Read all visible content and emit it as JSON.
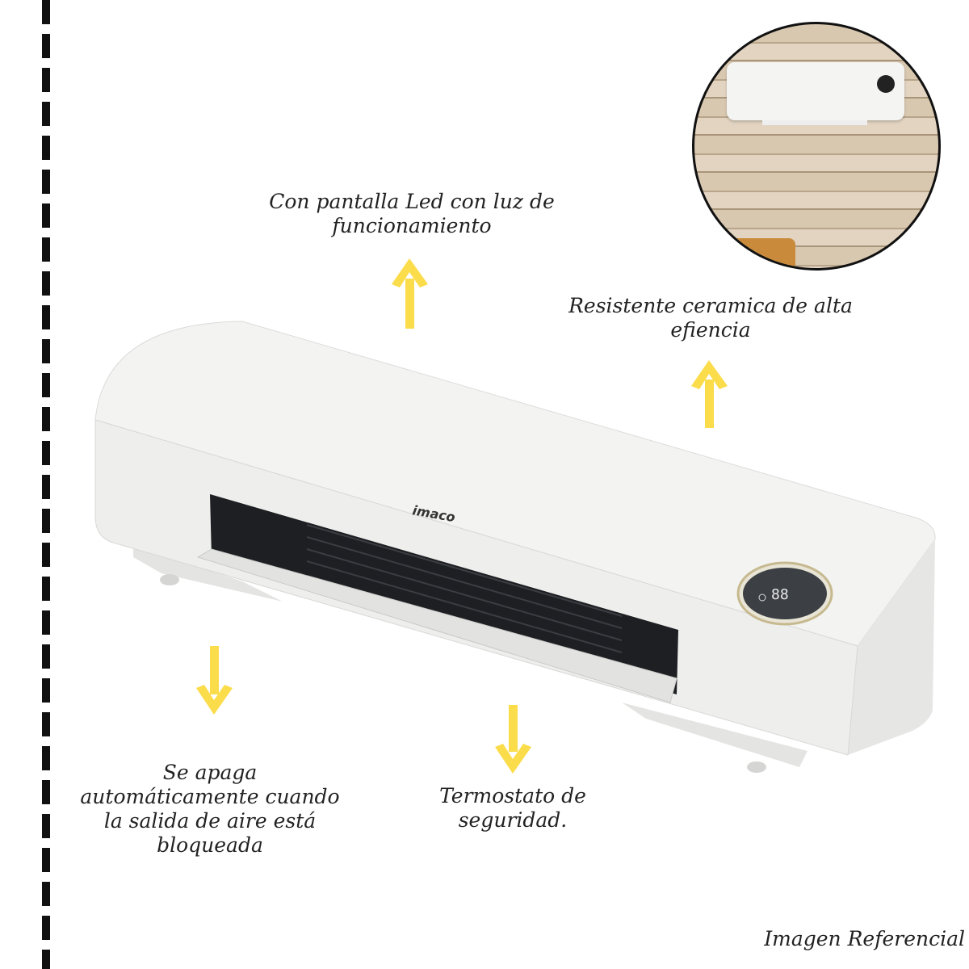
{
  "labels": {
    "led": "Con pantalla Led con luz de funcionamiento",
    "ceramic": "Resistente ceramica de alta efiencia",
    "auto_off": "Se apaga automáticamente cuando la salida de aire está bloqueada",
    "thermostat": "Termostato de seguridad.",
    "reference": "Imagen Referencial"
  },
  "product": {
    "brand_logo": "imaco",
    "display_digits": "88"
  },
  "colors": {
    "arrow": "#fbdc4a",
    "border_dash": "#111111",
    "heater_body": "#f1f2f0",
    "vent": "#1d1f22"
  },
  "icons": [
    "arrow-up-icon",
    "arrow-down-icon",
    "power-icon"
  ]
}
